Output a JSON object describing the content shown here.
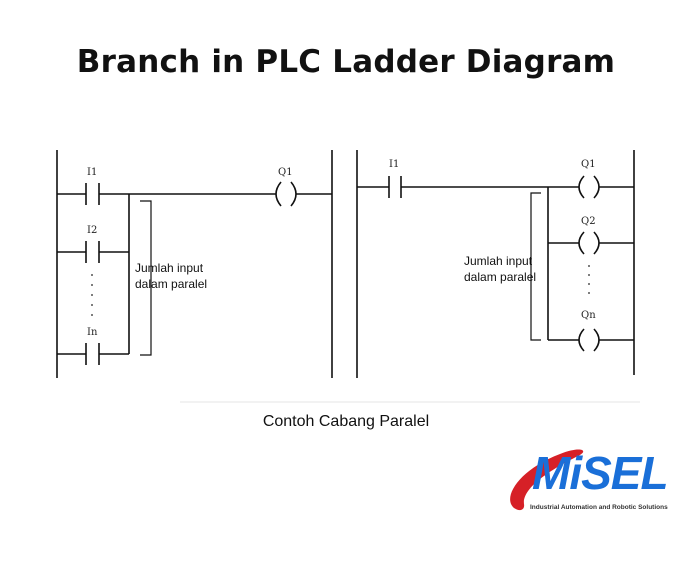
{
  "title": "Branch in PLC Ladder Diagram",
  "left_diagram": {
    "inputs": [
      "I1",
      "I2",
      "In"
    ],
    "output": "Q1",
    "bracket_label": [
      "Jumlah input",
      "dalam paralel"
    ]
  },
  "right_diagram": {
    "input": "I1",
    "outputs": [
      "Q1",
      "Q2",
      "Qn"
    ],
    "bracket_label": [
      "Jumlah input",
      "dalam paralel"
    ]
  },
  "caption": "Contoh Cabang Paralel",
  "logo": {
    "name": "MiSEL",
    "tagline": "Industrial Automation and Robotic Solutions",
    "colors": {
      "blue": "#1a6fd8",
      "red": "#d62027"
    }
  }
}
